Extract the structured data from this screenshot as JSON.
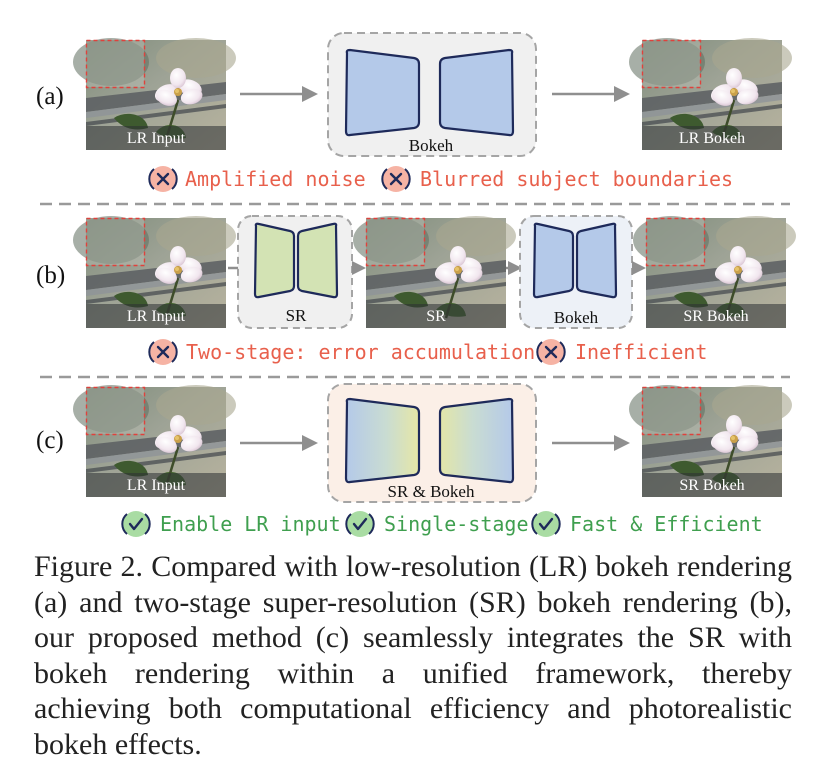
{
  "rows": [
    {
      "label": "(a)",
      "input_caption": "LR Input",
      "module_caption": "Bokeh",
      "output_caption": "LR Bokeh",
      "notes": [
        "Amplified noise",
        "Blurred subject boundaries"
      ],
      "note_kind": "cross"
    },
    {
      "label": "(b)",
      "input_caption": "LR Input",
      "sr_module_caption": "SR",
      "mid_caption": "SR",
      "bokeh_module_caption": "Bokeh",
      "output_caption": "SR Bokeh",
      "notes": [
        "Two-stage: error accumulation",
        "Inefficient"
      ],
      "note_kind": "cross"
    },
    {
      "label": "(c)",
      "input_caption": "LR Input",
      "module_caption": "SR & Bokeh",
      "output_caption": "SR Bokeh",
      "notes": [
        "Enable LR input",
        "Single-stage",
        "Fast & Efficient"
      ],
      "note_kind": "check"
    }
  ],
  "caption": "Figure 2.  Compared with low-resolution (LR) bokeh rendering (a) and two-stage super-resolution (SR) bokeh rendering (b), our proposed method (c) seamlessly integrates the SR with bokeh ren­der­ing within a unified framework, thereby achieving both com­putational efficiency and photorealistic bokeh effects.",
  "colors": {
    "problem": "#e8604c",
    "problem_icon_bg": "#f6b3a4",
    "good": "#3f9f4f",
    "good_icon_bg": "#a9dca3",
    "bokeh_module": "#b4c9e9",
    "sr_module": "#d3e3b4",
    "module_stroke": "#1e2a5a",
    "arrow": "#8f8f8f",
    "divider": "#9a9a9a"
  }
}
